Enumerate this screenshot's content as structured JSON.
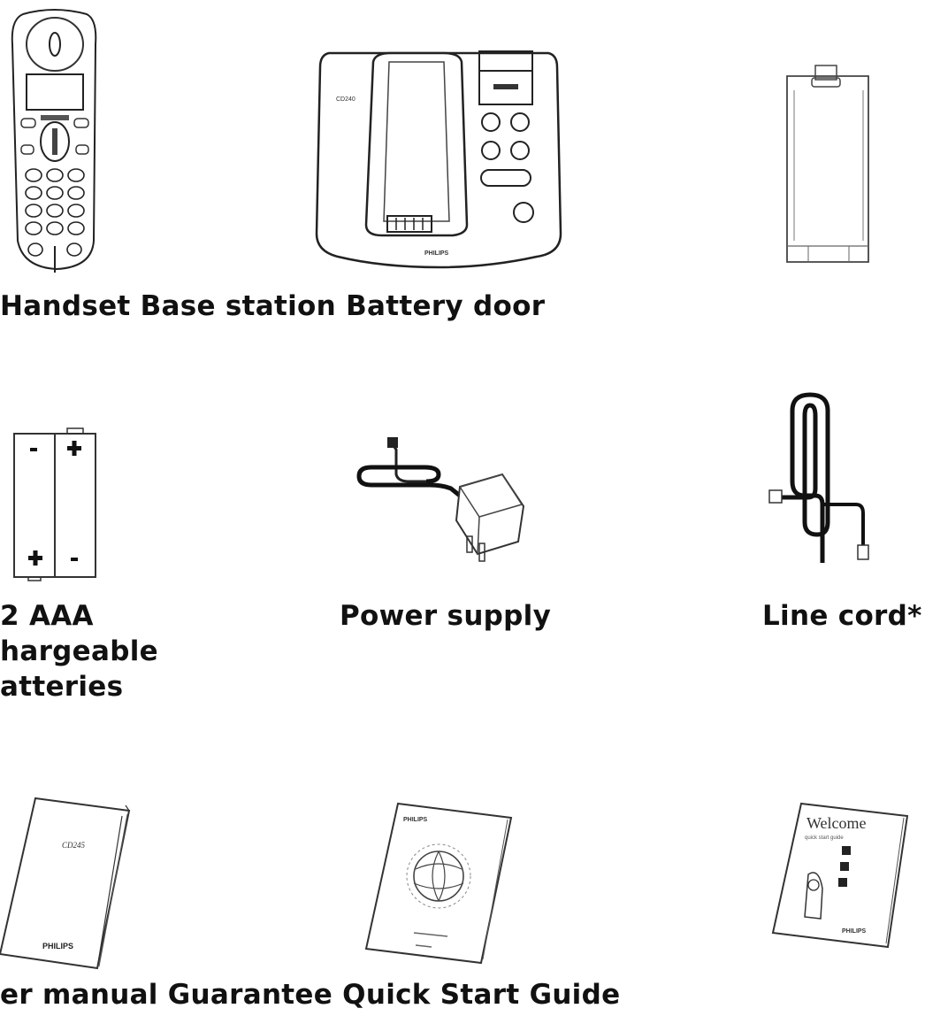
{
  "row1": {
    "caption": "Handset Base station Battery door",
    "base_brand": "PHILIPS",
    "base_model": "CD240"
  },
  "row2": {
    "batteries_lines": [
      "2 AAA",
      "hargeable",
      "atteries"
    ],
    "power_supply": "Power supply",
    "line_cord": "Line cord*"
  },
  "row3": {
    "caption": "er manual Guarantee Quick Start Guide",
    "manual_model": "CD245",
    "manual_brand": "PHILIPS",
    "guarantee_brand": "PHILIPS",
    "quick_start_title": "Welcome",
    "quick_start_subtitle": "quick start guide",
    "quick_start_brand": "PHILIPS"
  },
  "colors": {
    "line": "#1a1a1a",
    "text": "#111111",
    "background": "#ffffff"
  }
}
